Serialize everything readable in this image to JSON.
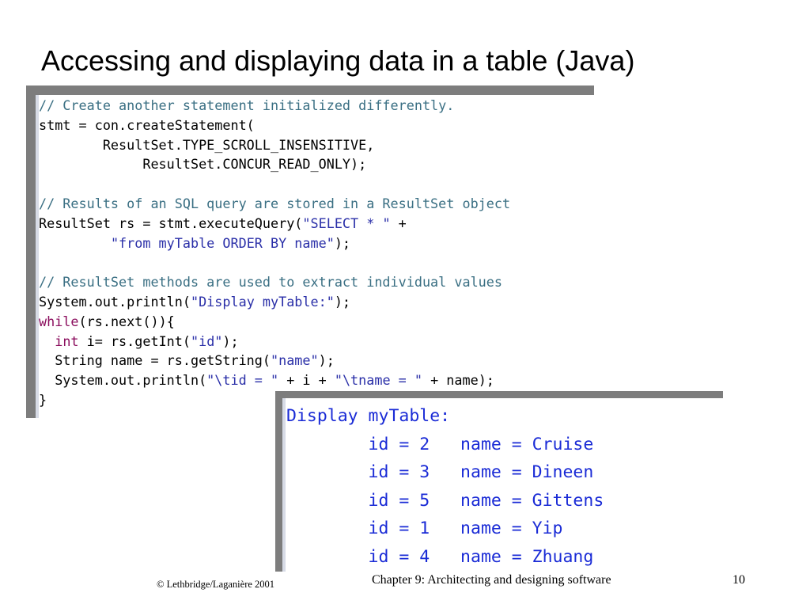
{
  "slide": {
    "title": "Accessing and displaying data in a table (Java)"
  },
  "code": {
    "lines": [
      [
        {
          "t": "// Create another statement initialized differently.",
          "c": "comment"
        }
      ],
      [
        {
          "t": "stmt = con.createStatement(",
          "c": "plain"
        }
      ],
      [
        {
          "t": "        ResultSet.TYPE_SCROLL_INSENSITIVE,",
          "c": "plain"
        }
      ],
      [
        {
          "t": "             ResultSet.CONCUR_READ_ONLY);",
          "c": "plain"
        }
      ],
      [],
      [
        {
          "t": "// Results of an SQL query are stored in a ResultSet object",
          "c": "comment"
        }
      ],
      [
        {
          "t": "ResultSet rs = stmt.executeQuery(",
          "c": "plain"
        },
        {
          "t": "\"SELECT * \"",
          "c": "string"
        },
        {
          "t": " +",
          "c": "plain"
        }
      ],
      [
        {
          "t": "         ",
          "c": "plain"
        },
        {
          "t": "\"from myTable ORDER BY name\"",
          "c": "string"
        },
        {
          "t": ");",
          "c": "plain"
        }
      ],
      [],
      [
        {
          "t": "// ResultSet methods are used to extract individual values",
          "c": "comment"
        }
      ],
      [
        {
          "t": "System.out.println(",
          "c": "plain"
        },
        {
          "t": "\"Display myTable:\"",
          "c": "string"
        },
        {
          "t": ");",
          "c": "plain"
        }
      ],
      [
        {
          "t": "while",
          "c": "keyword"
        },
        {
          "t": "(rs.next()){",
          "c": "plain"
        }
      ],
      [
        {
          "t": "  ",
          "c": "plain"
        },
        {
          "t": "int",
          "c": "keyword"
        },
        {
          "t": " i= rs.getInt(",
          "c": "plain"
        },
        {
          "t": "\"id\"",
          "c": "string"
        },
        {
          "t": ");",
          "c": "plain"
        }
      ],
      [
        {
          "t": "  String name = rs.getString(",
          "c": "plain"
        },
        {
          "t": "\"name\"",
          "c": "string"
        },
        {
          "t": ");",
          "c": "plain"
        }
      ],
      [
        {
          "t": "  System.out.println(",
          "c": "plain"
        },
        {
          "t": "\"\\tid = \"",
          "c": "string"
        },
        {
          "t": " + i + ",
          "c": "plain"
        },
        {
          "t": "\"\\tname = \"",
          "c": "string"
        },
        {
          "t": " + name);",
          "c": "plain"
        }
      ],
      [
        {
          "t": "}",
          "c": "plain"
        }
      ]
    ]
  },
  "output": {
    "lines": [
      "Display myTable:",
      "        id = 2   name = Cruise",
      "        id = 3   name = Dineen",
      "        id = 5   name = Gittens",
      "        id = 1   name = Yip",
      "        id = 4   name = Zhuang"
    ]
  },
  "footer": {
    "copyright": "© Lethbridge/Laganière 2001",
    "chapter": "Chapter 9: Architecting and designing software",
    "page_number": "10"
  },
  "colors": {
    "comment": "#3a6f83",
    "string": "#2a2fa8",
    "keyword": "#8b0e5e",
    "output_text": "#1a2bd6",
    "panel_border": "#7d7d7d"
  }
}
